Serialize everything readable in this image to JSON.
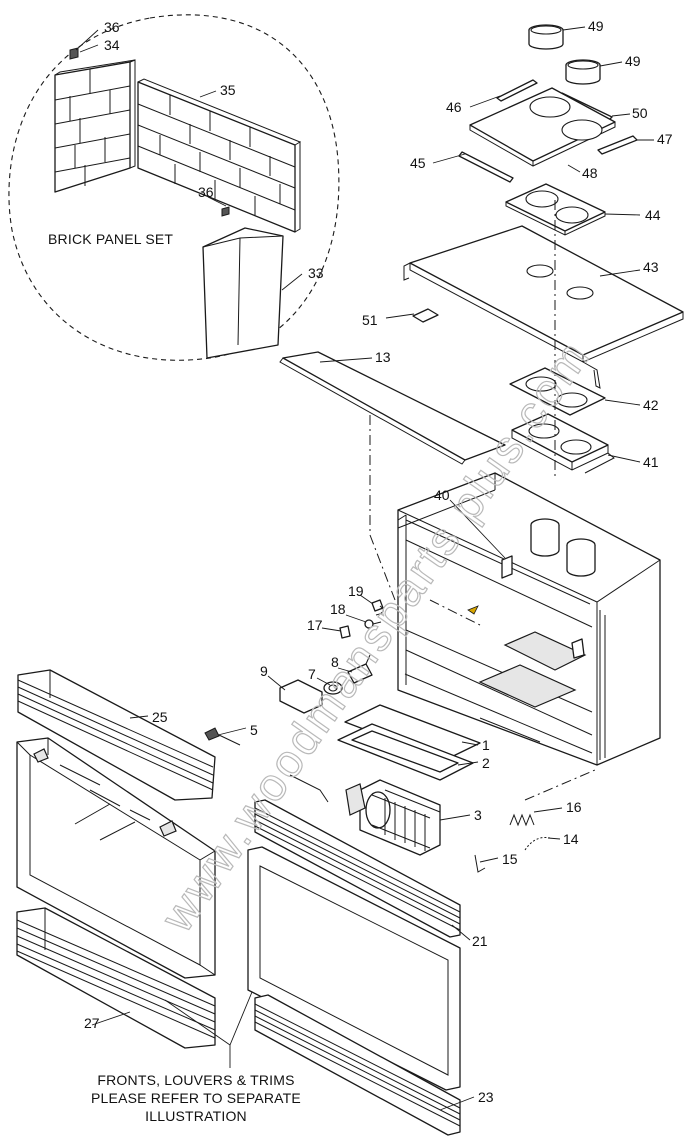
{
  "diagram": {
    "type": "exploded parts diagram",
    "brick_panel_label": "BRICK PANEL SET",
    "fronts_note": [
      "FRONTS, LOUVERS & TRIMS",
      "PLEASE REFER TO SEPARATE",
      "ILLUSTRATION"
    ],
    "watermark": "www.woodmansparts plus.com",
    "callouts": {
      "p1": "1",
      "p2": "2",
      "p3": "3",
      "p5": "5",
      "p7": "7",
      "p8": "8",
      "p9": "9",
      "p13": "13",
      "p14": "14",
      "p15": "15",
      "p16": "16",
      "p17": "17",
      "p18": "18",
      "p19": "19",
      "p21": "21",
      "p23": "23",
      "p25": "25",
      "p27": "27",
      "p33": "33",
      "p34": "34",
      "p35": "35",
      "p36a": "36",
      "p36b": "36",
      "p40": "40",
      "p41": "41",
      "p42": "42",
      "p43": "43",
      "p44": "44",
      "p45": "45",
      "p46": "46",
      "p47": "47",
      "p48": "48",
      "p49a": "49",
      "p49b": "49",
      "p50": "50",
      "p51": "51"
    }
  }
}
